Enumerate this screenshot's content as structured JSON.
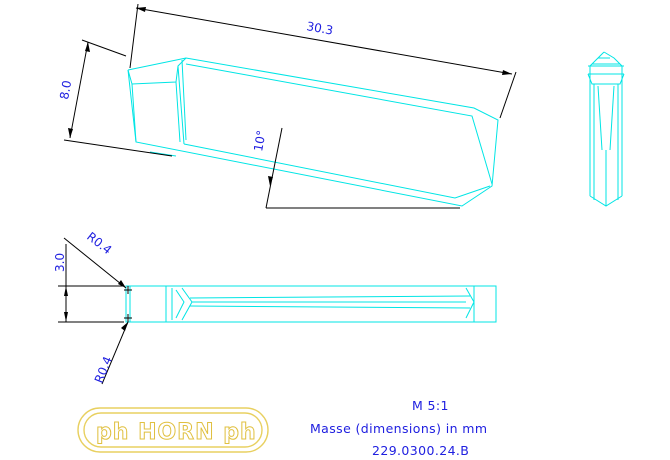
{
  "dimensions": {
    "length": "30.3",
    "height": "8.0",
    "angle": "10°",
    "width": "3.0",
    "radius_top": "R0.4",
    "radius_bottom": "R0.4"
  },
  "title_block": {
    "scale": "M 5:1",
    "units": "Masse (dimensions) in mm",
    "part_number": "229.0300.24.B"
  },
  "logo": {
    "text": "ph HORN ph"
  },
  "colors": {
    "geometry": "#00e5e5",
    "dimension_lines": "#000000",
    "dimension_text": "#2020e0",
    "logo": "#e0c040"
  }
}
